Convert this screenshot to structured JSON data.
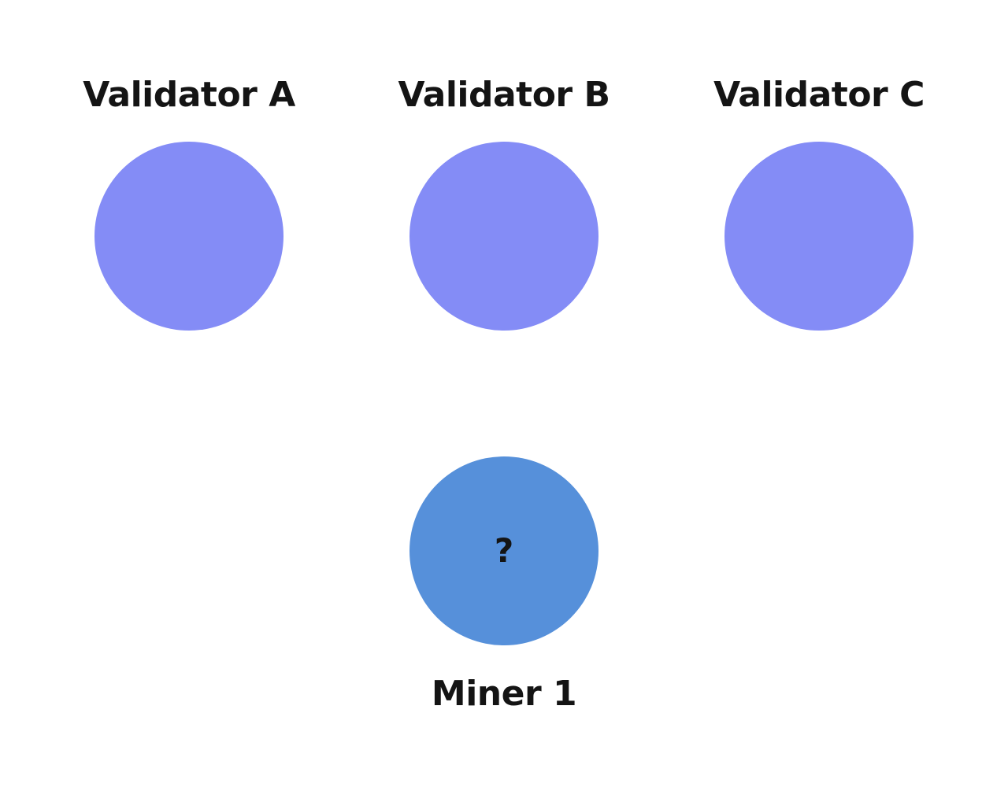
{
  "colors": {
    "validator_fill": "#848cf6",
    "miner_fill": "#5690da",
    "text": "#141414",
    "background": "#ffffff"
  },
  "validators": [
    {
      "label": "Validator A"
    },
    {
      "label": "Validator B"
    },
    {
      "label": "Validator C"
    }
  ],
  "miner": {
    "label": "Miner 1",
    "glyph": "?"
  }
}
